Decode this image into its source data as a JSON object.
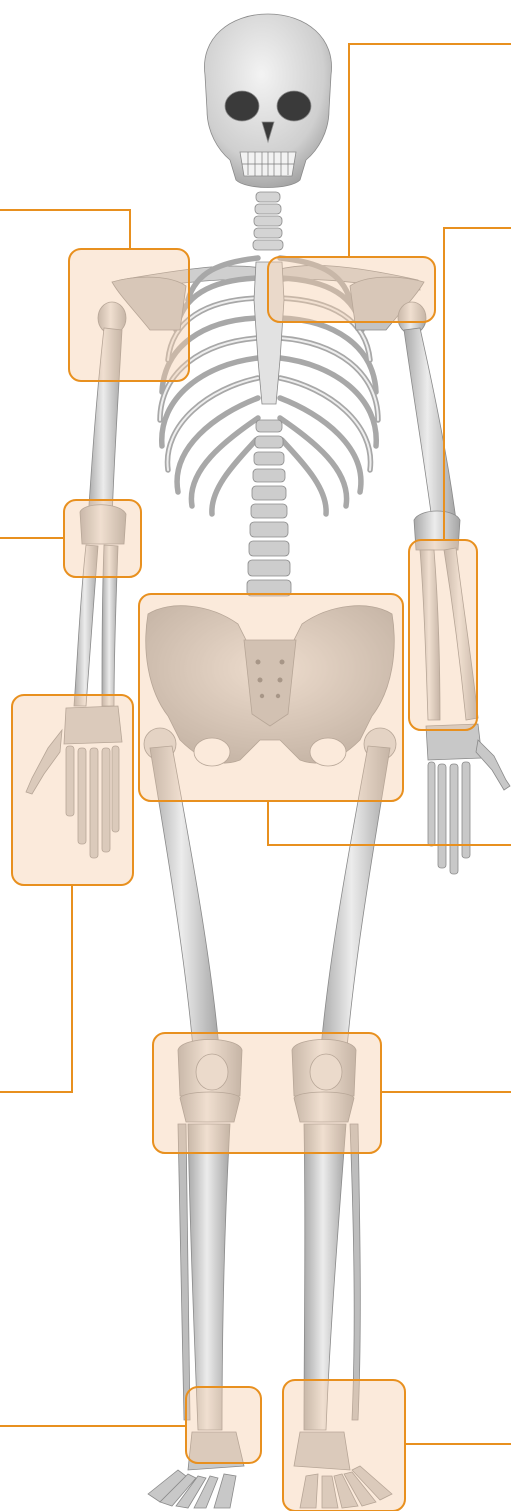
{
  "diagram": {
    "subject": "human-skeleton-anterior-view",
    "colors": {
      "background": "#ffffff",
      "bone": "#d9d9d9",
      "bone_shadow": "#9a9a9a",
      "bone_outline": "#7c7c7c",
      "highlight_fill": "#f6ccaa",
      "highlight_stroke": "#e8901f",
      "leader_line": "#e8901f"
    },
    "callouts": [
      {
        "id": "left-shoulder",
        "region": "shoulder-joint-left",
        "label": ""
      },
      {
        "id": "clavicle-sternum",
        "region": "sternoclavicular-joint",
        "label": ""
      },
      {
        "id": "left-elbow",
        "region": "elbow-joint-left",
        "label": ""
      },
      {
        "id": "right-forearm",
        "region": "forearm-right",
        "label": ""
      },
      {
        "id": "left-hand",
        "region": "wrist-hand-left",
        "label": ""
      },
      {
        "id": "pelvis",
        "region": "pelvis-hip",
        "label": ""
      },
      {
        "id": "knees",
        "region": "knee-joints",
        "label": ""
      },
      {
        "id": "left-ankle",
        "region": "ankle-left",
        "label": ""
      },
      {
        "id": "right-foot",
        "region": "foot-right",
        "label": ""
      }
    ]
  }
}
